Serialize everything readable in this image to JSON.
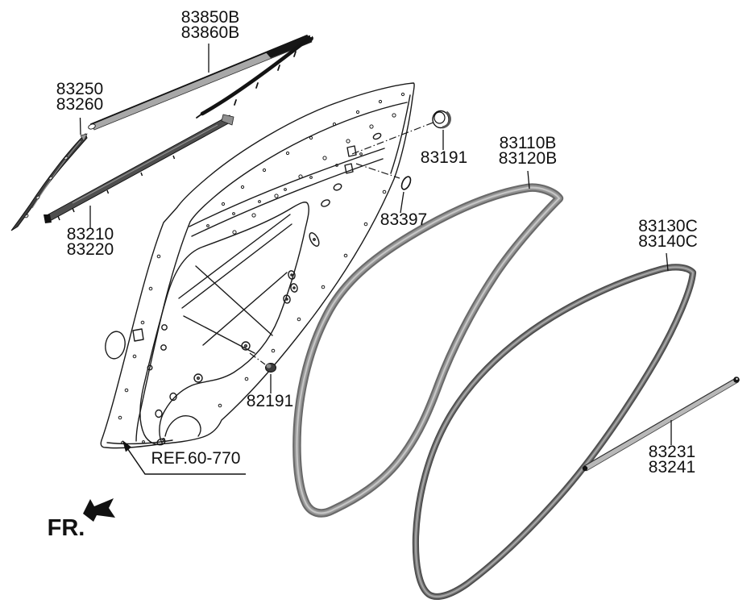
{
  "diagram": {
    "title_hint": "rear door moulding and weatherstrip parts diagram",
    "bg_color": "#ffffff",
    "line_color": "#1a1a1a",
    "seal_outer_color": "#6a6a6a",
    "seal_inner_color": "#c5c5c5",
    "labels": {
      "upper_moulding": {
        "line1": "83850B",
        "line2": "83860B"
      },
      "front_moulding": {
        "line1": "83250",
        "line2": "83260"
      },
      "belt_moulding": {
        "line1": "83210",
        "line2": "83220"
      },
      "grommet": "83191",
      "clip_83397": "83397",
      "ws_door": {
        "line1": "83110B",
        "line2": "83120B"
      },
      "ws_body": {
        "line1": "83130C",
        "line2": "83140C"
      },
      "clip_82191": "82191",
      "lower_channel": {
        "line1": "83231",
        "line2": "83241"
      },
      "ref": "REF.60-770",
      "fr": "FR."
    }
  }
}
